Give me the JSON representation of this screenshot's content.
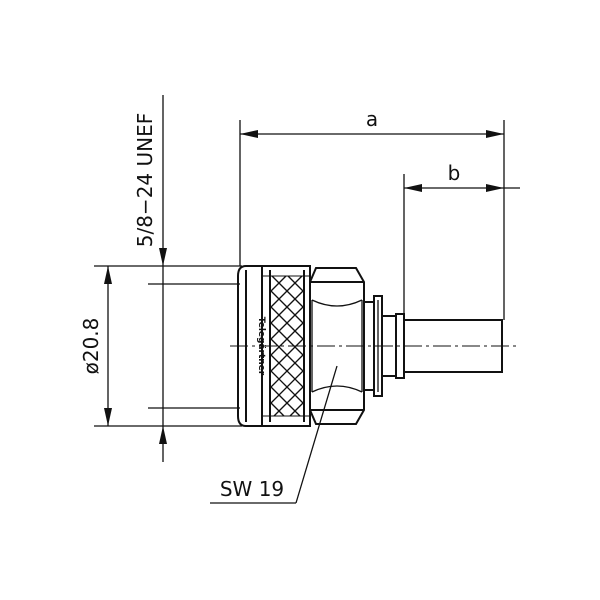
{
  "dimensions": {
    "overall_length_label": "a",
    "pin_length_label": "b",
    "diameter_label": "ø20.8",
    "thread_label": "5/8−24 UNEF",
    "wrench_size_label": "SW 19"
  },
  "marking": {
    "brand_text": "Telegärtner"
  },
  "colors": {
    "line": "#111111",
    "background": "#ffffff"
  }
}
